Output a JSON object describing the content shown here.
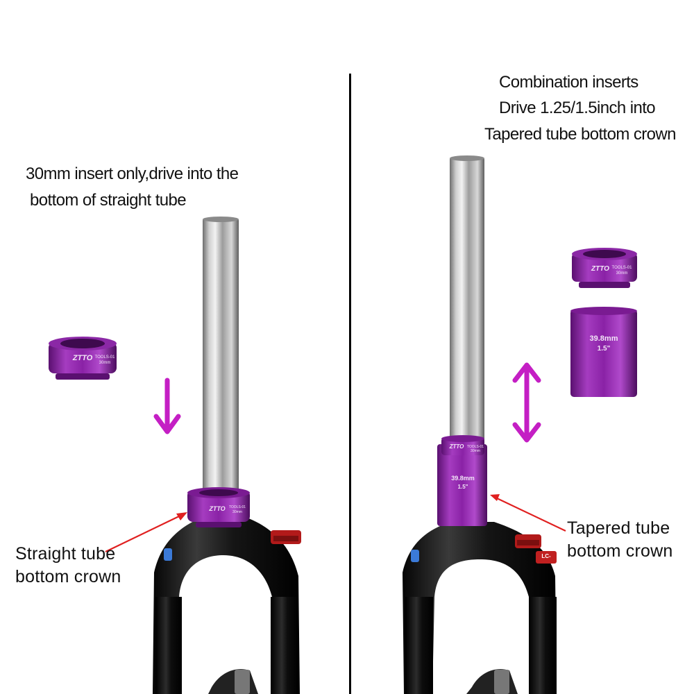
{
  "left_panel": {
    "caption_line1": "30mm insert only,drive into the",
    "caption_line2": "bottom of straight tube",
    "label_line1": "Straight tube",
    "label_line2": "bottom crown",
    "ring_brand": "ZTTO",
    "ring_code": "TOOLS-01",
    "ring_size": "30mm"
  },
  "right_panel": {
    "caption_line1": "Combination inserts",
    "caption_line2": "Drive 1.25/1.5inch into",
    "caption_line3": "Tapered tube bottom crown",
    "label_line1": "Tapered tube",
    "label_line2": "bottom crown",
    "ring_brand": "ZTTO",
    "ring_code": "TOOLS-01",
    "ring_size": "30mm",
    "sleeve_size": "39.8mm",
    "sleeve_inch": "1.5\"",
    "fork_badge": "LC-"
  },
  "colors": {
    "purple_anodized": "#9a2aa8",
    "arrow_magenta": "#c41fc4",
    "pointer_red": "#e02020",
    "steel": "#b9b9b9",
    "fork_black": "#1a1a1a"
  }
}
